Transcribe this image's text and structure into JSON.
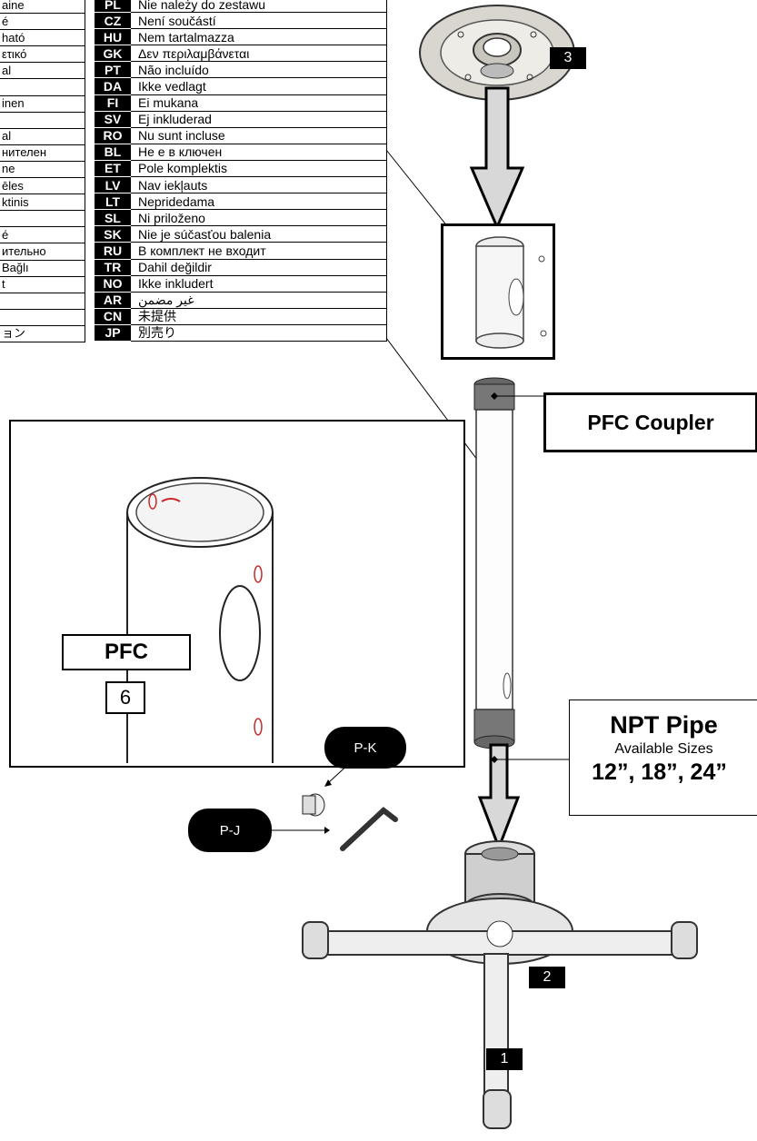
{
  "left_table": [
    "aine",
    "é",
    "ható",
    "ετικό",
    "al",
    "",
    "inen",
    "",
    "al",
    "нителен",
    "ne",
    "ēles",
    "ktinis",
    "",
    "é",
    "ительно",
    "Bağlı",
    "t",
    "",
    "",
    "ョン"
  ],
  "languages": [
    {
      "code": "PL",
      "text": "Nie należy do zestawu"
    },
    {
      "code": "CZ",
      "text": "Není součástí"
    },
    {
      "code": "HU",
      "text": "Nem tartalmazza"
    },
    {
      "code": "GK",
      "text": "Δεν περιλαμβάνεται"
    },
    {
      "code": "PT",
      "text": "Não incluído"
    },
    {
      "code": "DA",
      "text": "Ikke vedlagt"
    },
    {
      "code": "FI",
      "text": "Ei mukana"
    },
    {
      "code": "SV",
      "text": "Ej inkluderad"
    },
    {
      "code": "RO",
      "text": "Nu sunt incluse"
    },
    {
      "code": "BL",
      "text": "Не е в ключен"
    },
    {
      "code": "ET",
      "text": "Pole komplektis"
    },
    {
      "code": "LV",
      "text": "Nav iekļauts"
    },
    {
      "code": "LT",
      "text": "Nepridedama"
    },
    {
      "code": "SL",
      "text": "Ni priloženo"
    },
    {
      "code": "SK",
      "text": "Nie je súčasťou balenia"
    },
    {
      "code": "RU",
      "text": "В комплект не входит"
    },
    {
      "code": "TR",
      "text": "Dahil değildir"
    },
    {
      "code": "NO",
      "text": "Ikke inkludert"
    },
    {
      "code": "AR",
      "text": "غير مضمن"
    },
    {
      "code": "CN",
      "text": "未提供"
    },
    {
      "code": "JP",
      "text": "別売り"
    }
  ],
  "callouts": {
    "pfc_coupler": "PFC Coupler",
    "npt_title": "NPT Pipe",
    "npt_subtitle": "Available Sizes",
    "npt_sizes": "12”, 18”, 24”"
  },
  "detail": {
    "pfc_label": "PFC",
    "pfc_number": "6",
    "pk_label": "P-K",
    "pj_label": "P-J"
  },
  "steps": {
    "top_plate": "3",
    "adapter": "2",
    "mount": "1"
  }
}
